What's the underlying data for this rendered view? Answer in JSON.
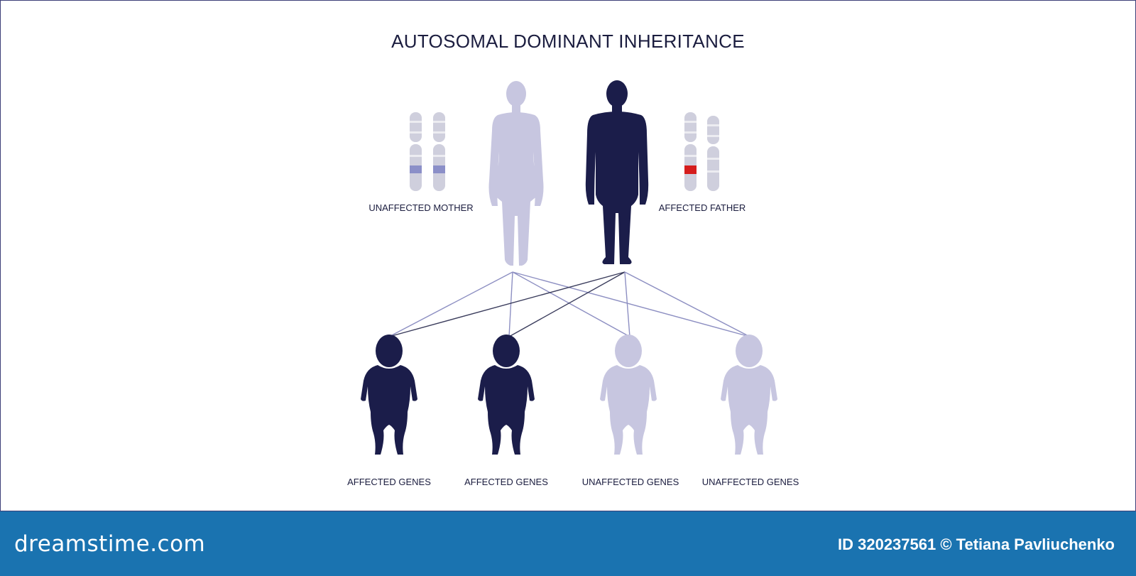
{
  "title": "AUTOSOMAL DOMINANT INHERITANCE",
  "parents": {
    "mother_label": "UNAFFECTED MOTHER",
    "father_label": "AFFECTED FATHER"
  },
  "children": [
    {
      "label": "AFFECTED GENES",
      "affected": true
    },
    {
      "label": "AFFECTED GENES",
      "affected": true
    },
    {
      "label": "UNAFFECTED GENES",
      "affected": false
    },
    {
      "label": "UNAFFECTED GENES",
      "affected": false
    }
  ],
  "colors": {
    "affected": "#1b1d4a",
    "unaffected": "#c7c6e0",
    "chromosome": "#cfcfdd",
    "normal_band": "#8b8fc8",
    "mutant_band": "#d51d1d",
    "line_unaffected": "#8d8fc2",
    "line_affected": "#3a3c5c",
    "footer": "#1a73b0"
  },
  "footer": {
    "brand": "dreamstime.com",
    "credit": "ID 320237561 © Tetiana Pavliuchenko"
  }
}
